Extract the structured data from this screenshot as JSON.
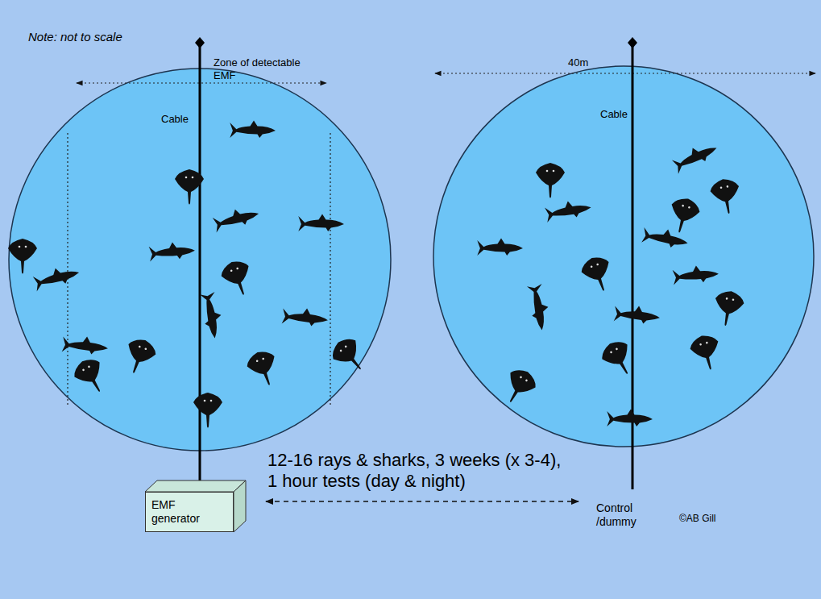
{
  "diagram": {
    "nodes": [
      {
        "text": [
          "EMF generator"
        ]
      }
    ],
    "labels": [
      "Note: not to scale",
      "Zone of detectable EMF",
      "40m",
      "Cable",
      "Cable",
      "12-16 rays & sharks, 3 weeks (x 3-4), 1 hour tests (day & night)",
      "Control /dummy",
      "©AB Gill"
    ]
  }
}
